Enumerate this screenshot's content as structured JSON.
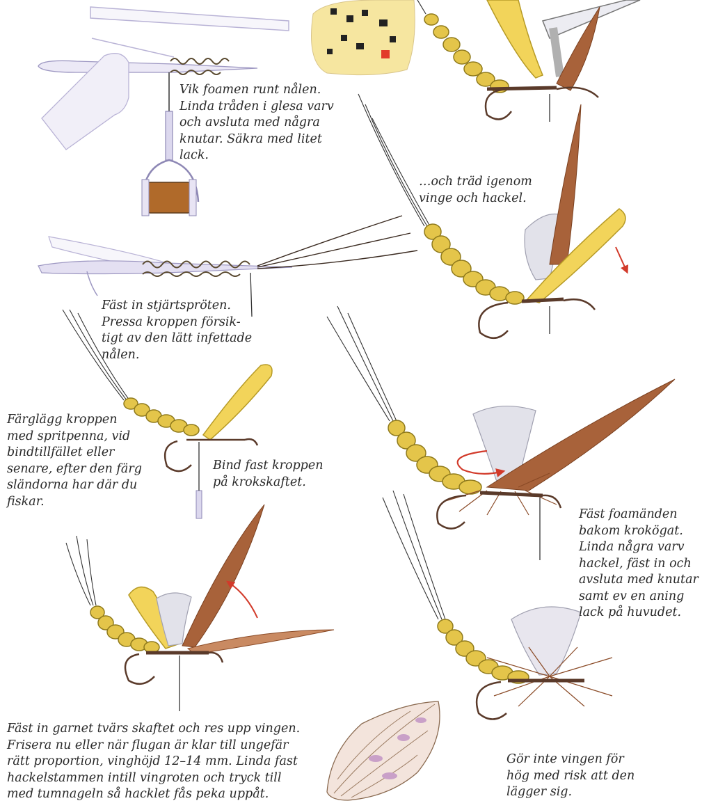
{
  "captions": {
    "c1": "Vik foamen runt nålen.\nLinda tråden i glesa varv\noch  avsluta med några\nknutar. Säkra med litet\n                    lack.",
    "c2": "…och träd igenom\nvinge och hackel.",
    "c3": "Fäst in stjärtspröten.\nPressa kroppen försik-\ntigt av den lätt infettade\n           nålen.",
    "c4": "Färglägg kroppen\nmed spritpenna, vid\nbindtillfället eller\nsenare, efter den färg\nsländorna har där du\n                fiskar.",
    "c5": "Bind fast kroppen\npå krokskaftet.",
    "c6": "Fäst foamänden\nbakom krokögat.\nLinda några varv\nhackel, fäst in och\navsluta med knutar\nsamt ev en aning\nlack på huvudet.",
    "c7": "Fäst in garnet tvärs skaftet och res upp vingen.\nFrisera nu eller när flugan är klar till ungefär\nrätt proportion, vinghöjd 12–14 mm. Linda fast\nhackelstammen intill vingroten och tryck till\nmed tumnageln så hacklet fås peka uppåt.",
    "c8": "Gör inte vingen för\nhög med risk att den\nlägger sig."
  },
  "colors": {
    "body": "#e4c54a",
    "body_outline": "#8f7a1c",
    "hackle": "#a8623a",
    "wing_foam": "#f2d45a",
    "tuft": "#cfcfd8",
    "hook": "#5a3a2a",
    "arrow": "#d23a2a",
    "needle": "#b9b3d6"
  }
}
